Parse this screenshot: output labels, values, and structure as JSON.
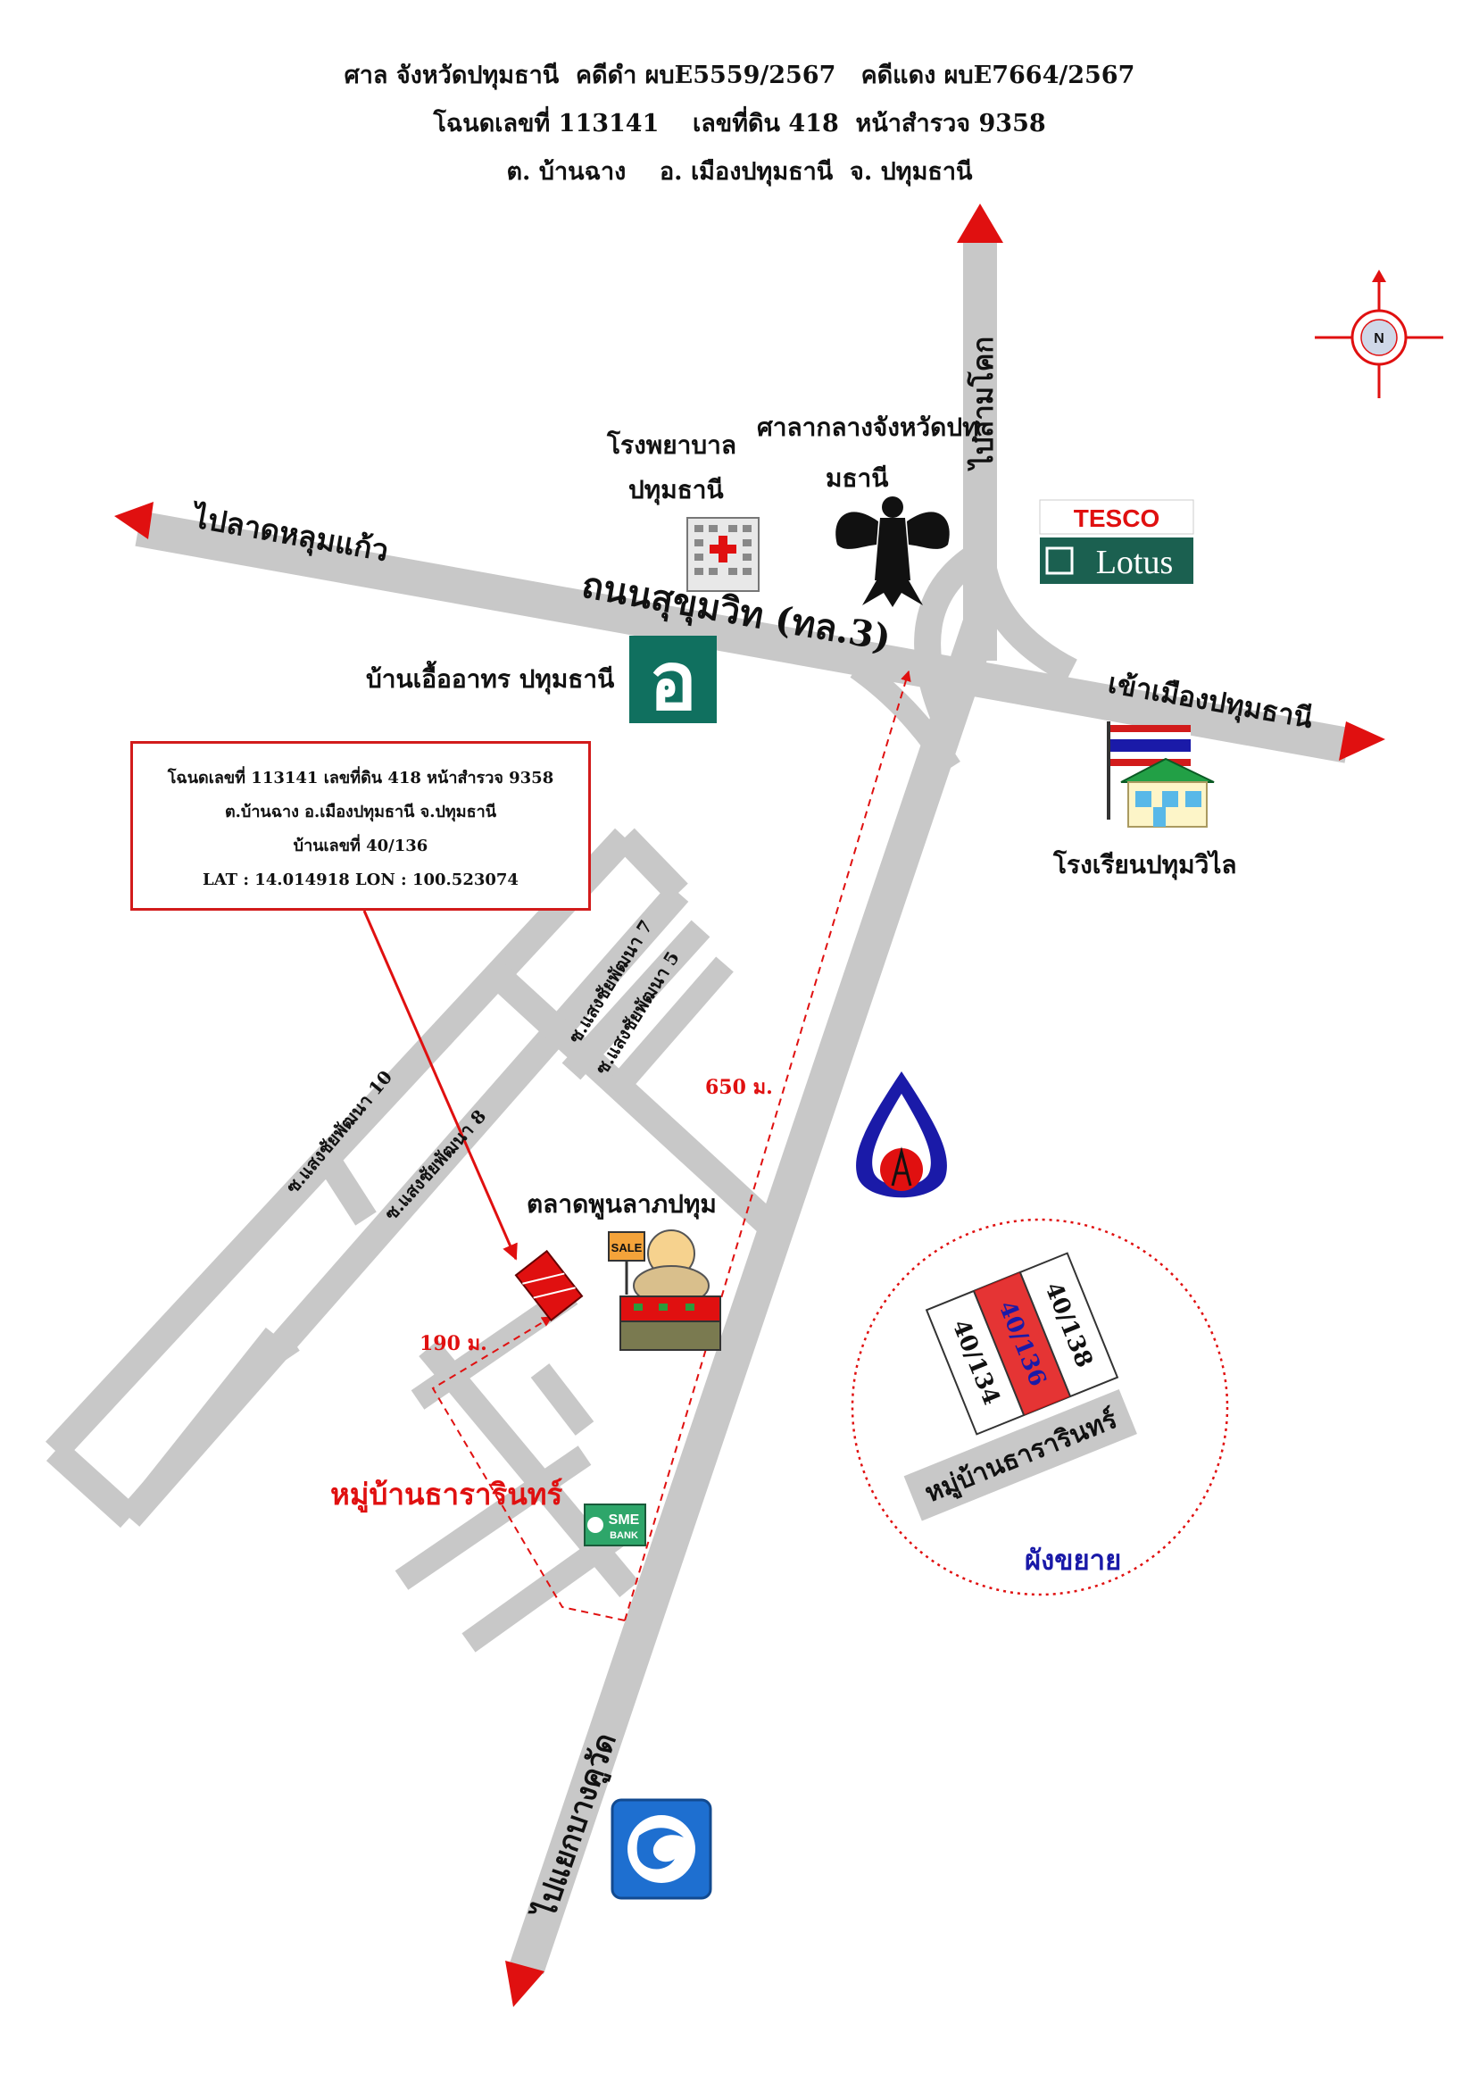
{
  "header": {
    "line1": "ศาล จังหวัดปทุมธานี  คดีดำ ผบE5559/2567   คดีแดง ผบE7664/2567",
    "line2": "โฉนดเลขที่ 113141    เลขที่ดิน 418  หน้าสำรวจ 9358",
    "line3": "ต. บ้านฉาง    อ. เมืองปทุมธานี  จ. ปทุมธานี"
  },
  "infobox": {
    "line1": "โฉนดเลขที่ 113141 เลขที่ดิน 418 หน้าสำรวจ 9358",
    "line2": "ต.บ้านฉาง  อ.เมืองปทุมธานี  จ.ปทุมธานี",
    "line3": "บ้านเลขที่ 40/136",
    "line4": "LAT : 14.014918    LON : 100.523074"
  },
  "roads": {
    "main_road": "ถนนสุขุมวิท (ทล.3)",
    "to_lat_lum_kaeo": "ไปลาดหลุมแก้ว",
    "to_city": "เข้าเมืองปทุมธานี",
    "to_sam_khok": "ไปสามโคก",
    "to_bang_khu_wat": "ไปแยกบางคูวัด",
    "soi_7": "ซ.แสงชัยพัฒนา 7",
    "soi_5": "ซ.แสงชัยพัฒนา 5",
    "soi_10": "ซ.แสงชัยพัฒนา 10",
    "soi_8": "ซ.แสงชัยพัฒนา 8"
  },
  "landmarks": {
    "hospital_line1": "โรงพยาบาล",
    "hospital_line2": "ปทุมธานี",
    "city_hall_line1": "ศาลากลางจังหวัดปทุ",
    "city_hall_line2": "มธานี",
    "eua_arthorn": "บ้านเอื้ออาทร ปทุมธานี",
    "eua_logo": "อ",
    "school": "โรงเรียนปทุมวิไล",
    "market": "ตลาดพูนลาภปทุม",
    "sale_sign": "SALE",
    "village": "หมู่บ้านธารารินทร์",
    "tesco_top": "TESCO",
    "tesco_bottom": "Lotus",
    "sme_top": "SME",
    "sme_bottom": "BANK"
  },
  "distances": {
    "d650": "650 ม.",
    "d190": "190 ม."
  },
  "inset": {
    "title": "ผังขยาย",
    "village": "หมู่บ้านธารารินทร์",
    "plot_left": "40/134",
    "plot_mid": "40/136",
    "plot_right": "40/138"
  },
  "compass": {
    "letter": "N"
  },
  "colors": {
    "road": "#c8c8c8",
    "accent_red": "#e01010",
    "blue": "#1a1aa8",
    "eua_green": "#10705f"
  }
}
